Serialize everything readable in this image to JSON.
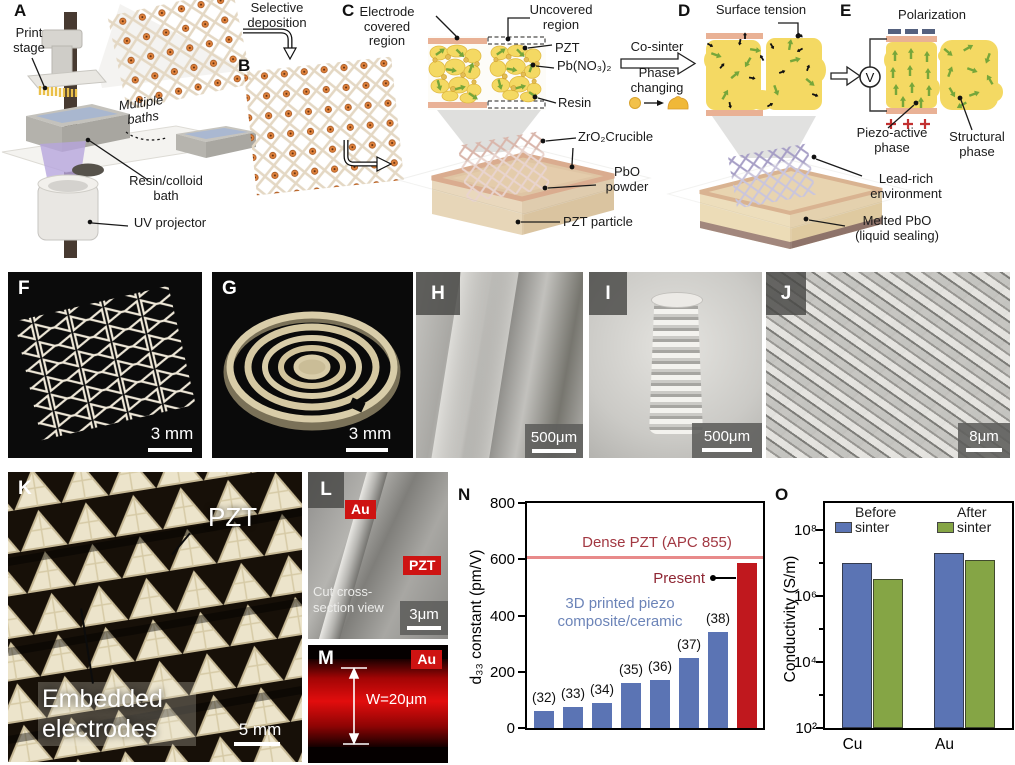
{
  "panels": {
    "A": {
      "letter": "A",
      "print_stage": "Print\nstage",
      "multiple_baths": "Multiple\nbaths",
      "resin_bath": "Resin/colloid\nbath",
      "uv_projector": "UV projector"
    },
    "B": {
      "letter": "B",
      "selective_deposition": "Selective\ndeposition"
    },
    "C": {
      "letter": "C",
      "electrode_covered": "Electrode\ncovered\nregion",
      "uncovered": "Uncovered\nregion",
      "pzt": "PZT",
      "pb_nitrate": "Pb(NO₃)₂",
      "resin": "Resin",
      "crucible": "ZrO₂Crucible",
      "pbo_powder": "PbO\npowder",
      "pzt_particle": "PZT particle",
      "co_sinter": "Co-sinter",
      "phase_changing": "Phase\nchanging"
    },
    "D": {
      "letter": "D",
      "surface_tension": "Surface tension",
      "lead_rich": "Lead-rich\nenvironment",
      "melted_pbo": "Melted PbO\n(liquid sealing)"
    },
    "E": {
      "letter": "E",
      "polarization": "Polarization",
      "voltage": "V",
      "piezo_active": "Piezo-active\nphase",
      "structural": "Structural\nphase"
    },
    "F": {
      "letter": "F",
      "scale": "3 mm"
    },
    "G": {
      "letter": "G",
      "scale": "3 mm"
    },
    "H": {
      "letter": "H",
      "scale": "500μm"
    },
    "I": {
      "letter": "I",
      "scale": "500μm"
    },
    "J": {
      "letter": "J",
      "scale": "8μm"
    },
    "K": {
      "letter": "K",
      "pzt": "PZT",
      "embedded": "Embedded\nelectrodes",
      "scale": "5 mm"
    },
    "L": {
      "letter": "L",
      "au": "Au",
      "pzt": "PZT",
      "caption": "Cut cross-\nsection view",
      "scale": "3μm"
    },
    "M": {
      "letter": "M",
      "au": "Au",
      "width_label": "W=20μm"
    },
    "N": {
      "letter": "N"
    },
    "O": {
      "letter": "O"
    }
  },
  "chart_data": [
    {
      "id": "N",
      "type": "bar",
      "ylabel": "d₃₃ constant (pm/V)",
      "ylim": [
        0,
        800
      ],
      "yticks": [
        0,
        200,
        400,
        600,
        800
      ],
      "categories": [
        "(32)",
        "(33)",
        "(34)",
        "(35)",
        "(36)",
        "(37)",
        "(38)",
        "Present"
      ],
      "values": [
        60,
        75,
        90,
        160,
        170,
        250,
        340,
        585
      ],
      "bar_color": "#5b74b4",
      "highlight": {
        "index": 7,
        "color": "#c0181e"
      },
      "ref_line": {
        "value": 605,
        "label": "Dense PZT (APC 855)",
        "line_color": "#e88a8a",
        "text_color": "#a23842"
      },
      "annotation": {
        "text": "3D printed piezo\ncomposite/ceramic",
        "color": "#6c84b8"
      },
      "present_label": {
        "text": "Present",
        "color": "#8f2734"
      }
    },
    {
      "id": "O",
      "type": "bar",
      "yscale": "log",
      "ylabel": "Conductivity (S/m)",
      "ylim_log": [
        2,
        8.8
      ],
      "yticks": [
        "10²",
        "10⁴",
        "10⁶",
        "10⁸"
      ],
      "categories": [
        "Cu",
        "Au"
      ],
      "series": [
        {
          "name": "Before sinter",
          "color": "#5b74b4",
          "values": [
            10000000.0,
            20000000.0
          ]
        },
        {
          "name": "After sinter",
          "color": "#85a545",
          "values": [
            3200000.0,
            12000000.0
          ]
        }
      ],
      "legend_position": "top"
    }
  ]
}
